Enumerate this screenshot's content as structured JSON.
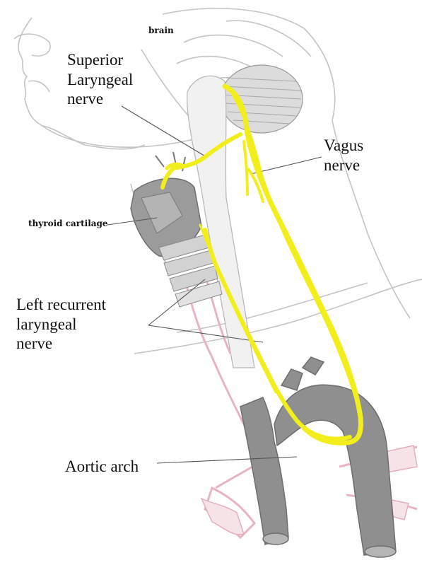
{
  "labels": {
    "brain": "brain",
    "superior_laryngeal": [
      "Superior",
      "Laryngeal",
      "nerve"
    ],
    "vagus": [
      "Vagus",
      "nerve"
    ],
    "thyroid": "thyroid cartilage",
    "left_recurrent": [
      "Left recurrent",
      "laryngeal",
      "nerve"
    ],
    "aortic_arch": "Aortic arch"
  },
  "colors": {
    "nerve": "#f2ee1c",
    "aorta": "#8f8f8f",
    "trachea_pink": "#e8b4c2",
    "sketch": "#c9c9c9"
  }
}
